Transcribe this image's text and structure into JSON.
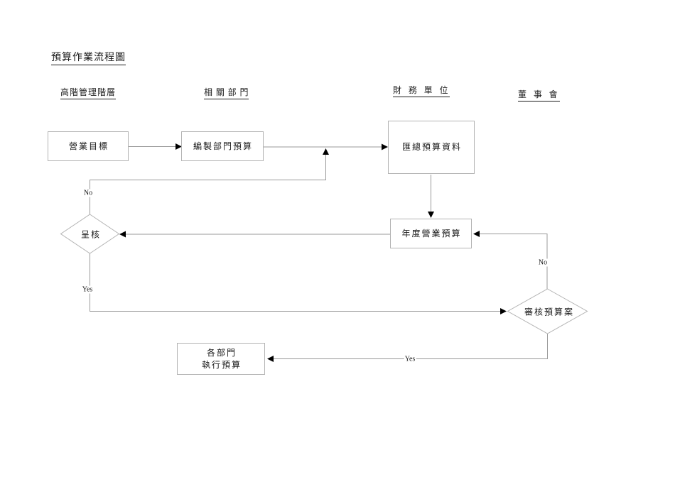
{
  "page": {
    "title": "預算作業流程圖"
  },
  "columns": [
    {
      "label": "高階管理階層"
    },
    {
      "label": "相 關 部 門"
    },
    {
      "label": "財 務 單 位"
    },
    {
      "label": "董 事 會"
    }
  ],
  "nodes": {
    "business_goal": {
      "label": "營業目標"
    },
    "prepare_dept_budget": {
      "label": "編製部門預算"
    },
    "consolidate_budget_data": {
      "label": "匯總預算資料"
    },
    "annual_business_budget": {
      "label": "年度營業預算"
    },
    "submit_approval": {
      "label": "呈核"
    },
    "review_budget_proposal": {
      "label": "審核預算案"
    },
    "execute_budget": {
      "line1": "各部門",
      "line2": "執行預算"
    }
  },
  "edge_labels": {
    "submit_approval_no": "No",
    "submit_approval_yes": "Yes",
    "review_budget_no": "No",
    "review_budget_yes": "Yes"
  },
  "colors": {
    "connector": "#999999",
    "shape_border": "#b3b3b3",
    "arrowhead": "#000000",
    "text": "#1a1a1a",
    "page_background": "#ffffff"
  }
}
